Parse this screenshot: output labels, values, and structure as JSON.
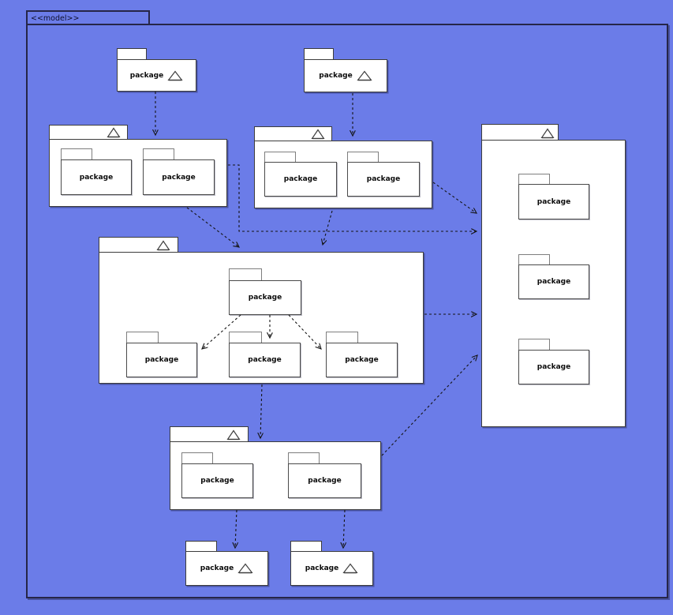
{
  "frame": {
    "stereotype": "<<model>>"
  },
  "colors": {
    "background": "#6b7ce8",
    "frame_border": "#262648",
    "shape_fill": "#ffffff",
    "shape_border": "#3c3c3c",
    "inner_tab_border": "#7e7e7e",
    "arrow": "#141414"
  },
  "nodes": {
    "top_left_package": {
      "label": "package"
    },
    "top_right_package": {
      "label": "package"
    },
    "left_group": {
      "packages": [
        {
          "label": "package"
        },
        {
          "label": "package"
        }
      ]
    },
    "middle_group": {
      "packages": [
        {
          "label": "package"
        },
        {
          "label": "package"
        }
      ]
    },
    "right_group": {
      "packages": [
        {
          "label": "package"
        },
        {
          "label": "package"
        },
        {
          "label": "package"
        }
      ]
    },
    "center_group": {
      "main_package": {
        "label": "package"
      },
      "packages": [
        {
          "label": "package"
        },
        {
          "label": "package"
        },
        {
          "label": "package"
        }
      ]
    },
    "bottom_group": {
      "packages": [
        {
          "label": "package"
        },
        {
          "label": "package"
        }
      ]
    },
    "bottom_left_package": {
      "label": "package"
    },
    "bottom_right_package": {
      "label": "package"
    }
  }
}
